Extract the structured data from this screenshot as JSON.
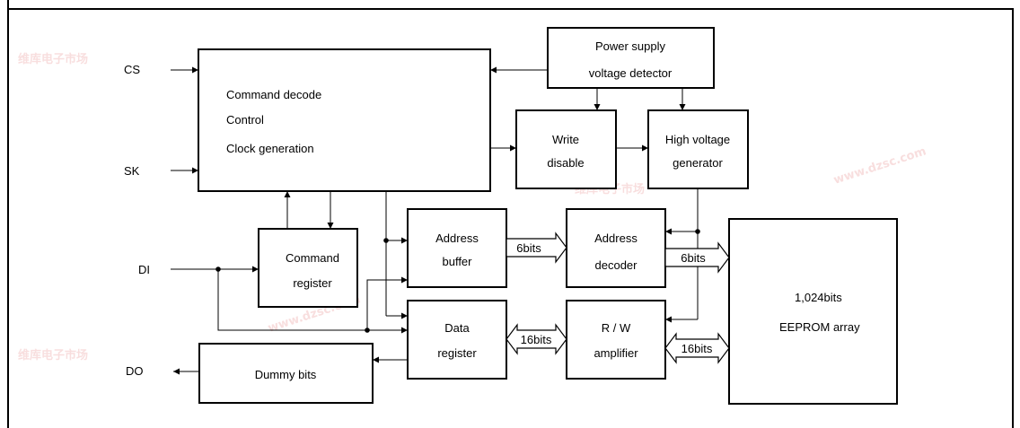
{
  "signals": {
    "cs": "CS",
    "sk": "SK",
    "di": "DI",
    "do": "DO"
  },
  "blocks": {
    "control": [
      "Command decode",
      "Control",
      "Clock generation"
    ],
    "power_supply": [
      "Power supply",
      "voltage detector"
    ],
    "write_disable": [
      "Write",
      "disable"
    ],
    "high_voltage": [
      "High voltage",
      "generator"
    ],
    "address_buffer": [
      "Address",
      "buffer"
    ],
    "address_decoder": [
      "Address",
      "decoder"
    ],
    "command_register": [
      "Command",
      "register"
    ],
    "data_register": [
      "Data",
      "register"
    ],
    "rw_amplifier": [
      "R / W",
      "amplifier"
    ],
    "dummy_bits": "Dummy bits",
    "eeprom_array": [
      "1,024bits",
      "EEPROM array"
    ]
  },
  "buses": {
    "addr_buf_to_dec": "6bits",
    "dec_to_array": "6bits",
    "datareg_rw": "16bits",
    "rw_array": "16bits"
  },
  "watermark": {
    "chars": "维库电子市场",
    "url": "www.dzsc.com"
  }
}
